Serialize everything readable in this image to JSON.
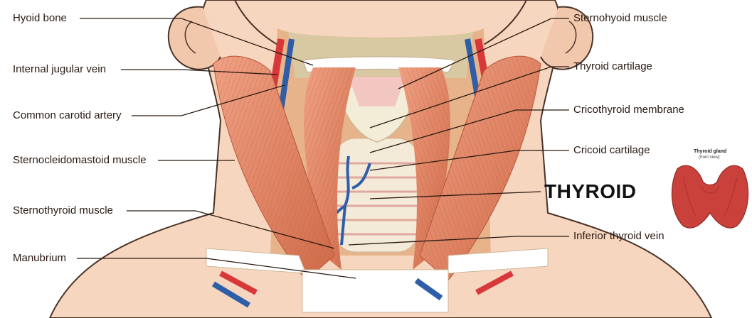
{
  "labels_left": [
    {
      "id": "hyoid-bone",
      "text": "Hyoid bone"
    },
    {
      "id": "internal-jugular-vein",
      "text": "Internal jugular vein"
    },
    {
      "id": "common-carotid-artery",
      "text": "Common carotid artery"
    },
    {
      "id": "sternocleidomastoid-muscle",
      "text": "Sternocleidomastoid muscle"
    },
    {
      "id": "sternothyroid-muscle",
      "text": "Sternothyroid muscle"
    },
    {
      "id": "manubrium",
      "text": "Manubrium"
    }
  ],
  "labels_right": [
    {
      "id": "sternohyoid-muscle",
      "text": "Sternohyoid muscle"
    },
    {
      "id": "thyroid-cartilage",
      "text": "Thyroid cartilage"
    },
    {
      "id": "cricothyroid-membrane",
      "text": "Cricothyroid membrane"
    },
    {
      "id": "cricoid-cartilage",
      "text": "Cricoid cartilage"
    },
    {
      "id": "inferior-thyroid-vein",
      "text": "Inferior thyroid vein"
    }
  ],
  "thyroid_label": "THYROID",
  "inset": {
    "title": "Thyroid gland",
    "subtitle": "(front view)"
  },
  "colors": {
    "skin": "#f7d6bf",
    "skin_outline": "#4a3328",
    "muscle": "#e3896a",
    "muscle_dark": "#c8603f",
    "thyroid": "#f0a73a",
    "vein": "#2f5ea8",
    "artery": "#d8383a",
    "cartilage": "#f4ead8",
    "leader_line": "#2a1a12",
    "inset_gland": "#c9413a"
  }
}
